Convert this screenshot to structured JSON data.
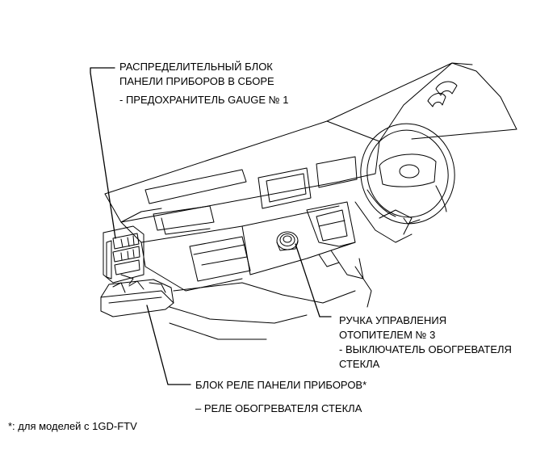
{
  "labels": {
    "junction_block": {
      "line1": "РАСПРЕДЕЛИТЕЛЬНЫЙ БЛОК",
      "line2": "ПАНЕЛИ ПРИБОРОВ В СБОРЕ",
      "sub": "- ПРЕДОХРАНИТЕЛЬ GAUGE № 1"
    },
    "heater_knob": {
      "line1": "РУЧКА УПРАВЛЕНИЯ",
      "line2": "ОТОПИТЕЛЕМ № 3",
      "line3": "- ВЫКЛЮЧАТЕЛЬ ОБОГРЕВАТЕЛЯ",
      "line4": "СТЕКЛА"
    },
    "relay_block": {
      "line1": "БЛОК РЕЛЕ ПАНЕЛИ ПРИБОРОВ*",
      "sub": "– РЕЛЕ ОБОГРЕВАТЕЛЯ СТЕКЛА"
    },
    "footnote": "*: для моделей с 1GD-FTV"
  },
  "colors": {
    "line": "#000000",
    "background": "#ffffff"
  }
}
